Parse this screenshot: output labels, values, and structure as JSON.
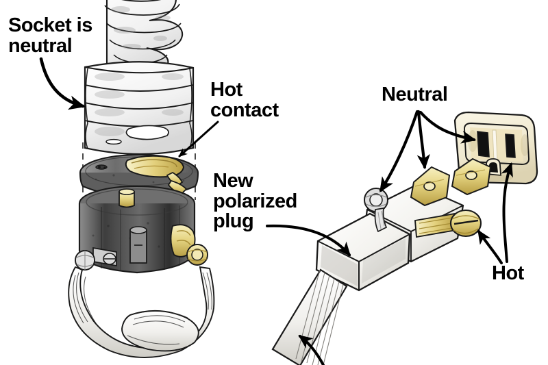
{
  "illustration": {
    "title": "Polarized plug and lamp socket wiring diagram",
    "style": "hand-drawn pen-and-ink technical illustration with watercolor tint",
    "background_color": "#ffffff",
    "line_color": "#1a1a1a",
    "palette": {
      "brass": "#e8d98a",
      "brass_dark": "#b79b3e",
      "brass_highlight": "#f6efc0",
      "metal_gray": "#4a4a4a",
      "metal_light": "#c9c9c9",
      "plastic_white": "#f4f3f0",
      "plastic_shadow": "#cfcdc7",
      "ivory": "#f2ecd8",
      "slot_black": "#111111",
      "label_black": "#000000"
    }
  },
  "callouts": [
    {
      "id": "socket-is-neutral",
      "text": "Socket is\nneutral",
      "points_to": "lamp socket shell",
      "arrow": "curved, from label down-right to socket shell"
    },
    {
      "id": "hot-contact",
      "text": "Hot\ncontact",
      "points_to": "brass contact tab on socket cap",
      "arrow": "curved, from label down-left to brass tab"
    },
    {
      "id": "new-polarized-plug",
      "text": "New\npolarized\nplug",
      "points_to": "white polarized plug body",
      "arrow": "curved, from label right and down to plug"
    },
    {
      "id": "neutral",
      "text": "Neutral",
      "points_to": "wide outlet slot, wide plug prong, silver terminal screw",
      "arrow": "three arrows branching from label"
    },
    {
      "id": "hot",
      "text": "Hot",
      "points_to": "brass terminal screw, narrow outlet slot",
      "arrow": "two arrows branching from label"
    }
  ],
  "parts": [
    {
      "id": "cfl-bulb",
      "name": "compact fluorescent spiral bulb"
    },
    {
      "id": "bulb-base",
      "name": "bulb screw base"
    },
    {
      "id": "socket-shell",
      "name": "ribbed lamp socket shell"
    },
    {
      "id": "socket-cap",
      "name": "socket cap with brass hot contact"
    },
    {
      "id": "socket-body",
      "name": "socket interior body with terminal screws"
    },
    {
      "id": "lamp-cord",
      "name": "lamp cord conductors"
    },
    {
      "id": "polarized-plug",
      "name": "new polarized plug"
    },
    {
      "id": "plug-prong-wide",
      "name": "wide neutral prong"
    },
    {
      "id": "plug-prong-narrow",
      "name": "narrow hot prong"
    },
    {
      "id": "silver-screw",
      "name": "silver neutral terminal screw"
    },
    {
      "id": "brass-screw",
      "name": "brass hot terminal screw"
    },
    {
      "id": "outlet",
      "name": "grounded receptacle outlet"
    },
    {
      "id": "outlet-slot-wide",
      "name": "wide neutral slot"
    },
    {
      "id": "outlet-slot-narrow",
      "name": "narrow hot slot"
    },
    {
      "id": "outlet-ground",
      "name": "ground hole"
    },
    {
      "id": "plug-cord",
      "name": "ribbed lamp cord entering plug"
    }
  ]
}
